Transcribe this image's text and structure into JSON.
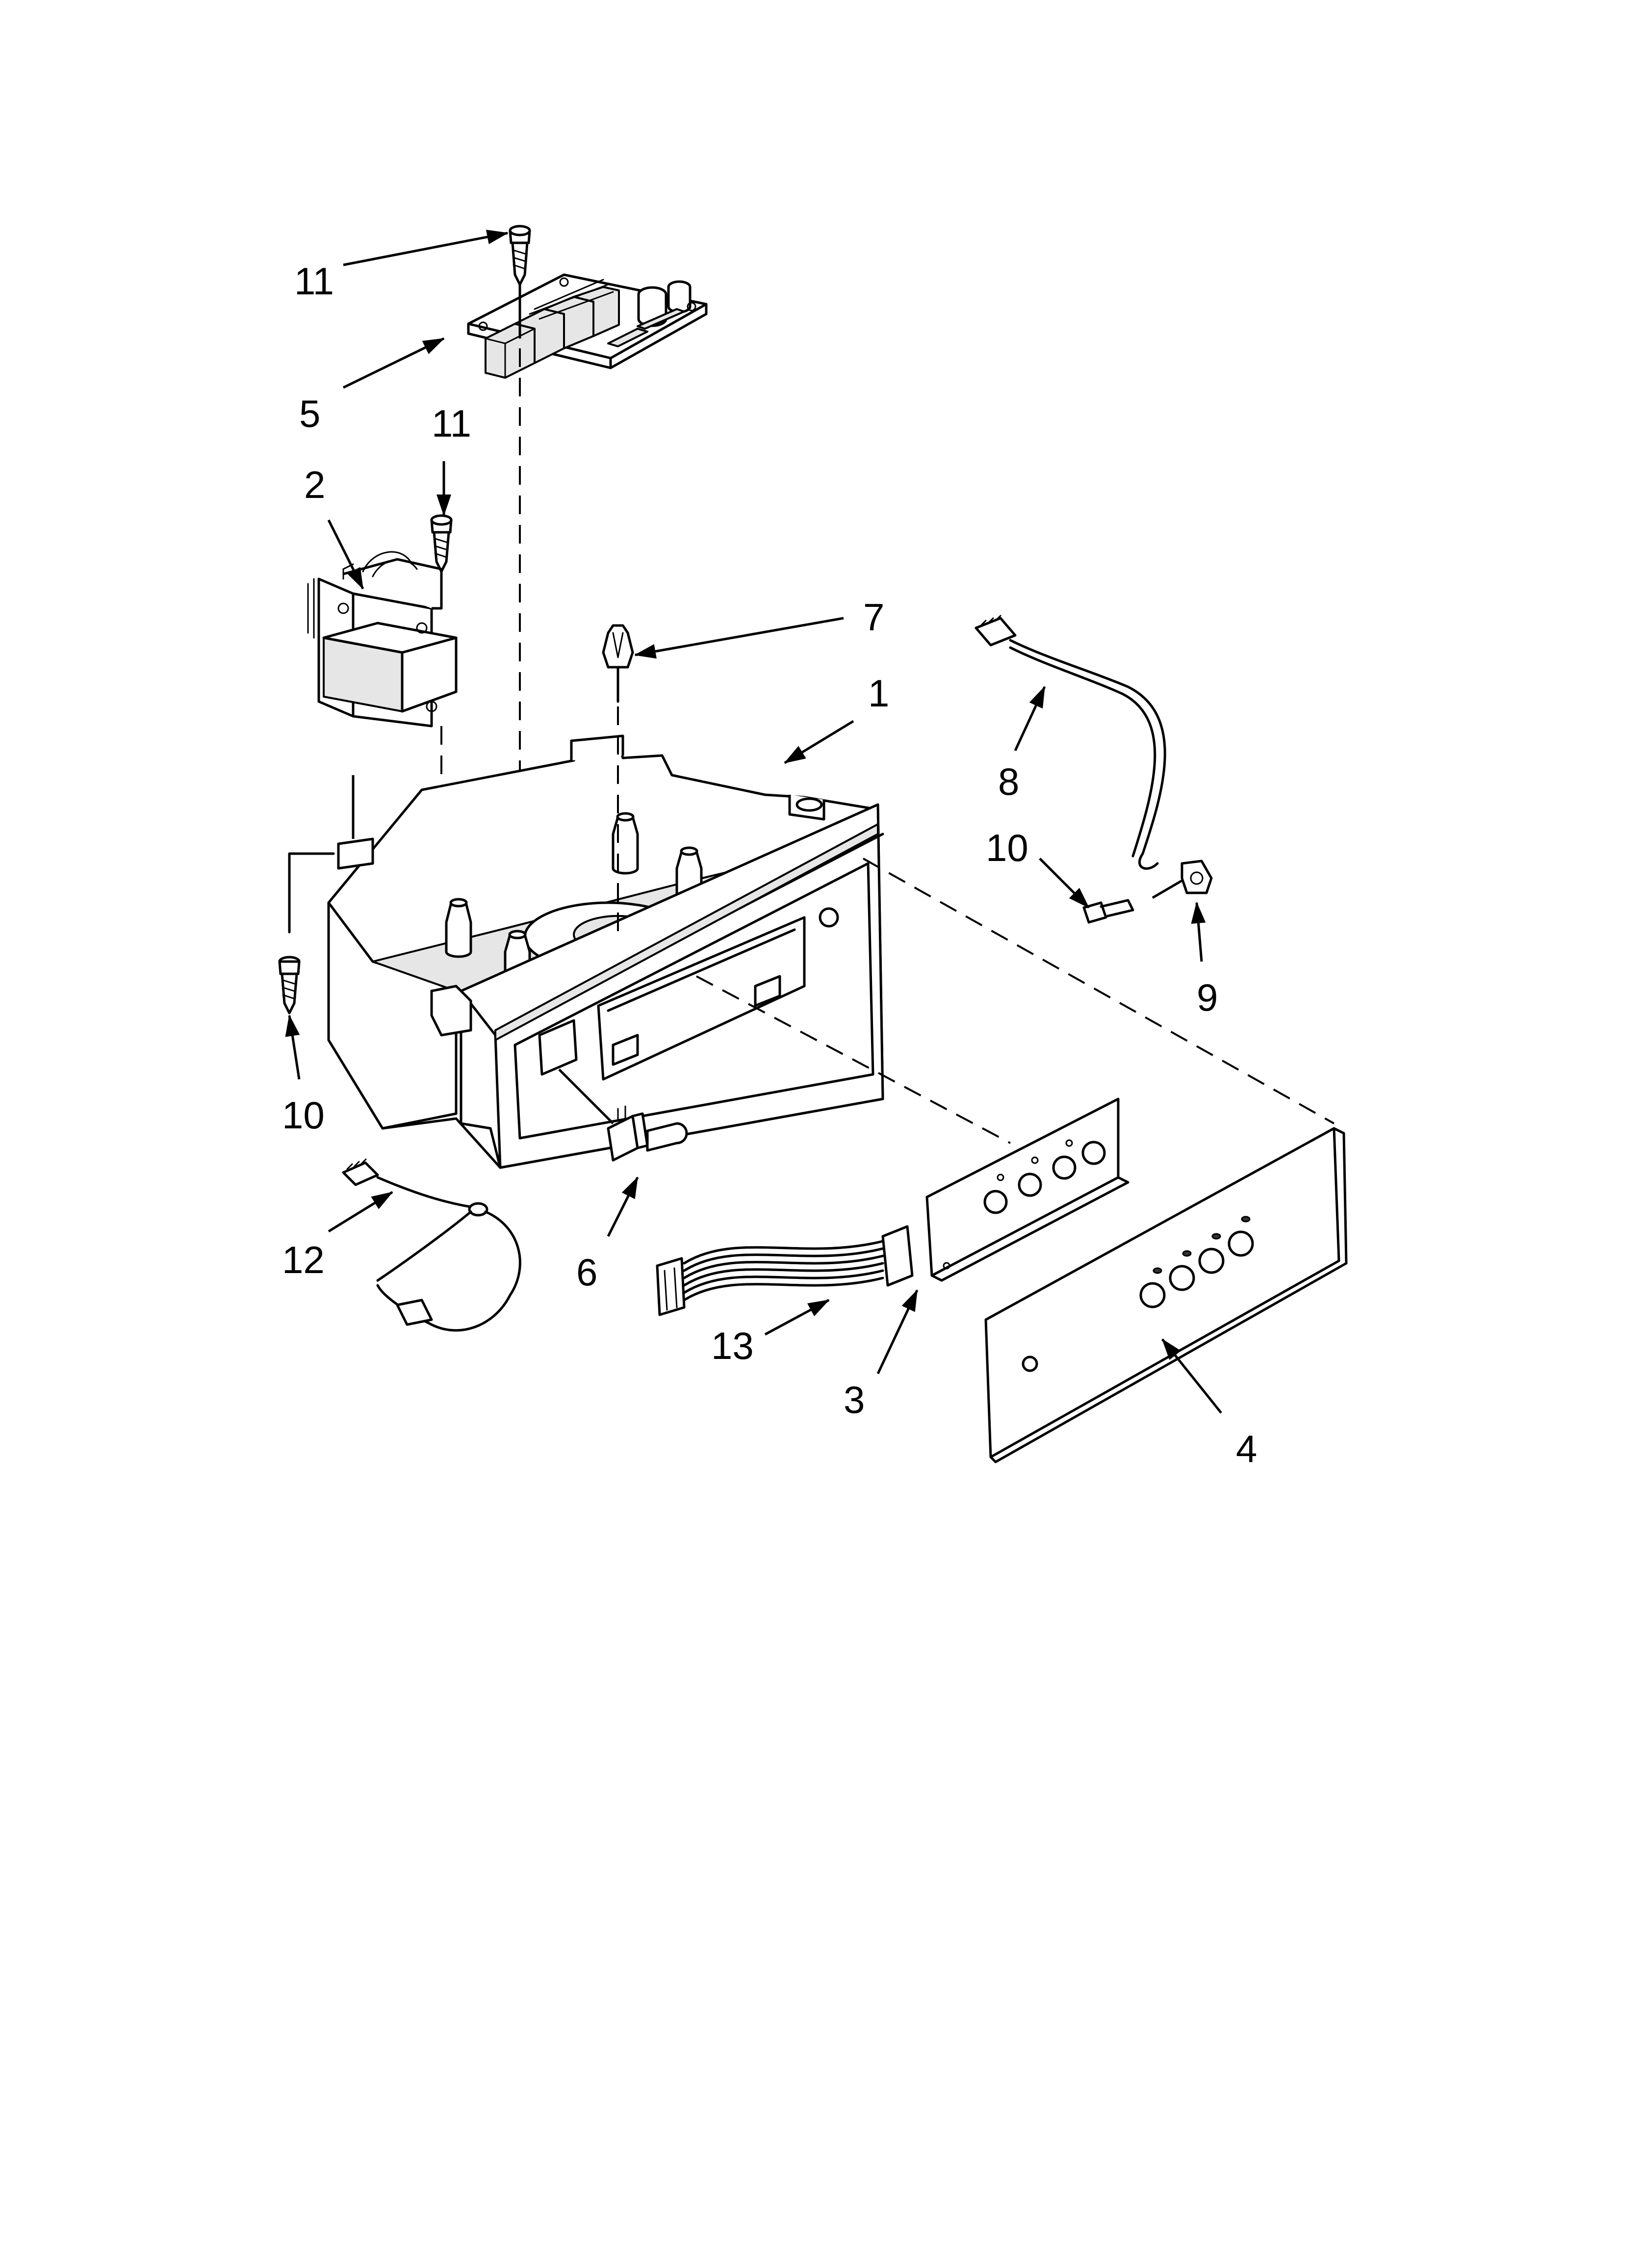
{
  "diagram": {
    "callouts": [
      {
        "id": "c11a",
        "label": "11"
      },
      {
        "id": "c5",
        "label": "5"
      },
      {
        "id": "c11b",
        "label": "11"
      },
      {
        "id": "c2",
        "label": "2"
      },
      {
        "id": "c7",
        "label": "7"
      },
      {
        "id": "c1",
        "label": "1"
      },
      {
        "id": "c8",
        "label": "8"
      },
      {
        "id": "c10a",
        "label": "10"
      },
      {
        "id": "c9",
        "label": "9"
      },
      {
        "id": "c10b",
        "label": "10"
      },
      {
        "id": "c12",
        "label": "12"
      },
      {
        "id": "c6",
        "label": "6"
      },
      {
        "id": "c13",
        "label": "13"
      },
      {
        "id": "c3",
        "label": "3"
      },
      {
        "id": "c4",
        "label": "4"
      }
    ]
  }
}
